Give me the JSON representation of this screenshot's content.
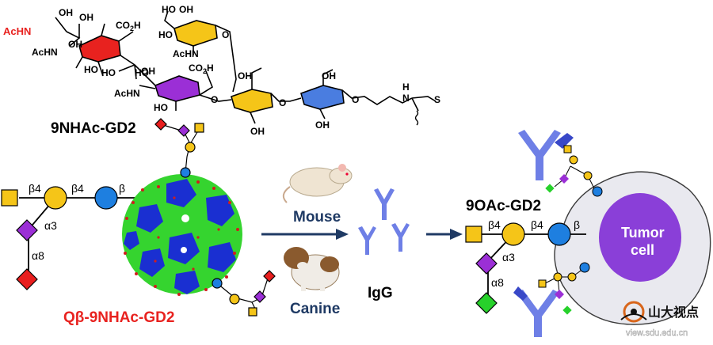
{
  "colors": {
    "accent_red": "#e8221f",
    "navy": "#1f3a64",
    "galactose_yellow": "#f5c518",
    "glucose_blue": "#1e7fe0",
    "neuac_purple": "#9b2fd6",
    "galnac_yellow": "#f5c518",
    "fucose_red": "#e81e1e",
    "green_sia": "#27d12b",
    "antibody_blue": "#6e7fe6",
    "tumor_purple": "#8a3fd8"
  },
  "structure": {
    "label_acetamide_top": "AcHN",
    "label_oh_list": [
      "OH",
      "OH",
      "OH",
      "HO",
      "HO",
      "HO",
      "HO",
      "OH",
      "HO",
      "OH",
      "HO",
      "OH",
      "OH",
      "OH",
      "OH"
    ],
    "label_co2h_1": "CO2H",
    "label_co2h_2": "CO2H",
    "label_achn_1": "AcHN",
    "label_achn_2": "AcHN",
    "label_achn_3": "AcHN",
    "label_nh": "H",
    "label_n": "N",
    "label_s": "S",
    "label_o": "O"
  },
  "titles": {
    "top_compound": "9NHAc-GD2",
    "conjugate": "Qβ-9NHAc-GD2",
    "right_compound": "9OAc-GD2",
    "igg": "IgG",
    "mouse": "Mouse",
    "canine": "Canine",
    "tumor_line1": "Tumor",
    "tumor_line2": "cell"
  },
  "linkages": {
    "left_b4_a": "β4",
    "left_b4_b": "β4",
    "left_b": "β",
    "left_a3": "α3",
    "left_a8": "α8",
    "right_b4_a": "β4",
    "right_b4_b": "β4",
    "right_b": "β",
    "right_a3": "α3",
    "right_a8": "α8"
  },
  "watermark": {
    "logo_text": "山大视点",
    "url_text": "view.sdu.edu.cn"
  }
}
